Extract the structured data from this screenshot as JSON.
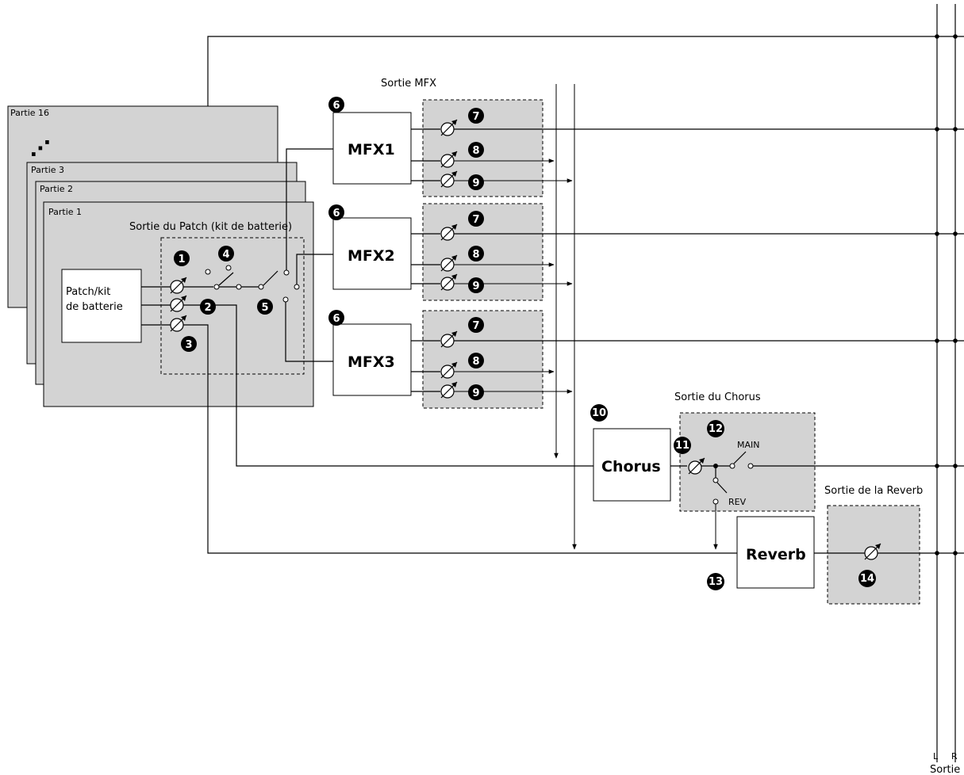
{
  "labels": {
    "sortie_mfx": "Sortie MFX",
    "sortie_patch": "Sortie du Patch (kit de batterie)",
    "sortie_chorus": "Sortie du Chorus",
    "sortie_reverb": "Sortie de la Reverb",
    "sortie": "Sortie",
    "L": "L",
    "R": "R",
    "main": "MAIN",
    "rev": "REV",
    "dots": "⋰"
  },
  "parts": [
    "Partie 16",
    "Partie 3",
    "Partie 2",
    "Partie 1"
  ],
  "blocks": {
    "patch_line1": "Patch/kit",
    "patch_line2": "de batterie",
    "mfx1": "MFX1",
    "mfx2": "MFX2",
    "mfx3": "MFX3",
    "chorus": "Chorus",
    "reverb": "Reverb"
  },
  "badges": {
    "b1": "1",
    "b2": "2",
    "b3": "3",
    "b4": "4",
    "b5": "5",
    "b6": "6",
    "b7": "7",
    "b8": "8",
    "b9": "9",
    "b10": "10",
    "b11": "11",
    "b12": "12",
    "b13": "13",
    "b14": "14"
  }
}
